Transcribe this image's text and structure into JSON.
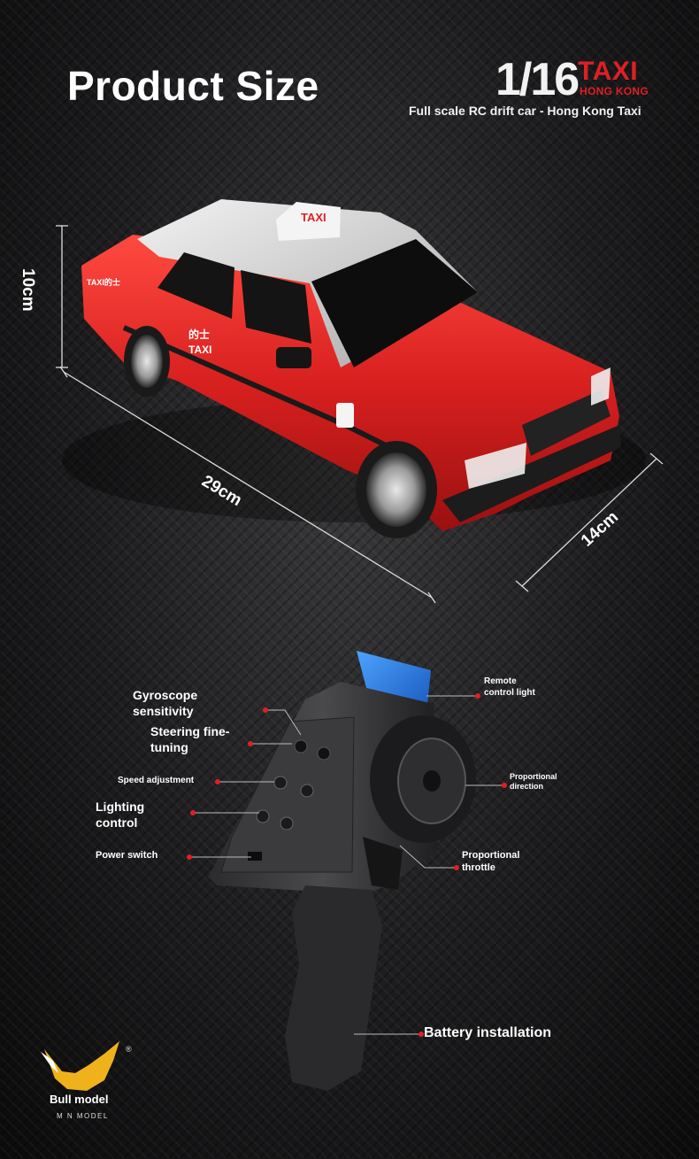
{
  "header": {
    "title": "Product Size",
    "scale": "1/16",
    "taxi": "TAXI",
    "hong_kong": "HONG KONG",
    "subtitle": "Full scale RC drift car - Hong Kong Taxi"
  },
  "dimensions": {
    "height": "10cm",
    "length": "29cm",
    "width": "14cm"
  },
  "car": {
    "roof_sign": "TAXI",
    "door_text_cn": "的士",
    "door_text_en": "TAXI",
    "side_text": "TAXI的士"
  },
  "callouts": {
    "gyroscope": "Gyroscope sensitivity",
    "steering": "Steering fine-tuning",
    "speed": "Speed adjustment",
    "lighting": "Lighting control",
    "power": "Power switch",
    "remote_light": "Remote control light",
    "direction": "Proportional direction",
    "throttle": "Proportional throttle",
    "battery": "Battery installation"
  },
  "brand": {
    "name": "Bull model",
    "sub": "M N MODEL",
    "reg": "®"
  },
  "colors": {
    "accent": "#e01f24",
    "car_red": "#d8201f",
    "roof_silver": "#d9d9d9",
    "remote_light": "#2a7fe8",
    "logo_yellow": "#f0b21a"
  }
}
